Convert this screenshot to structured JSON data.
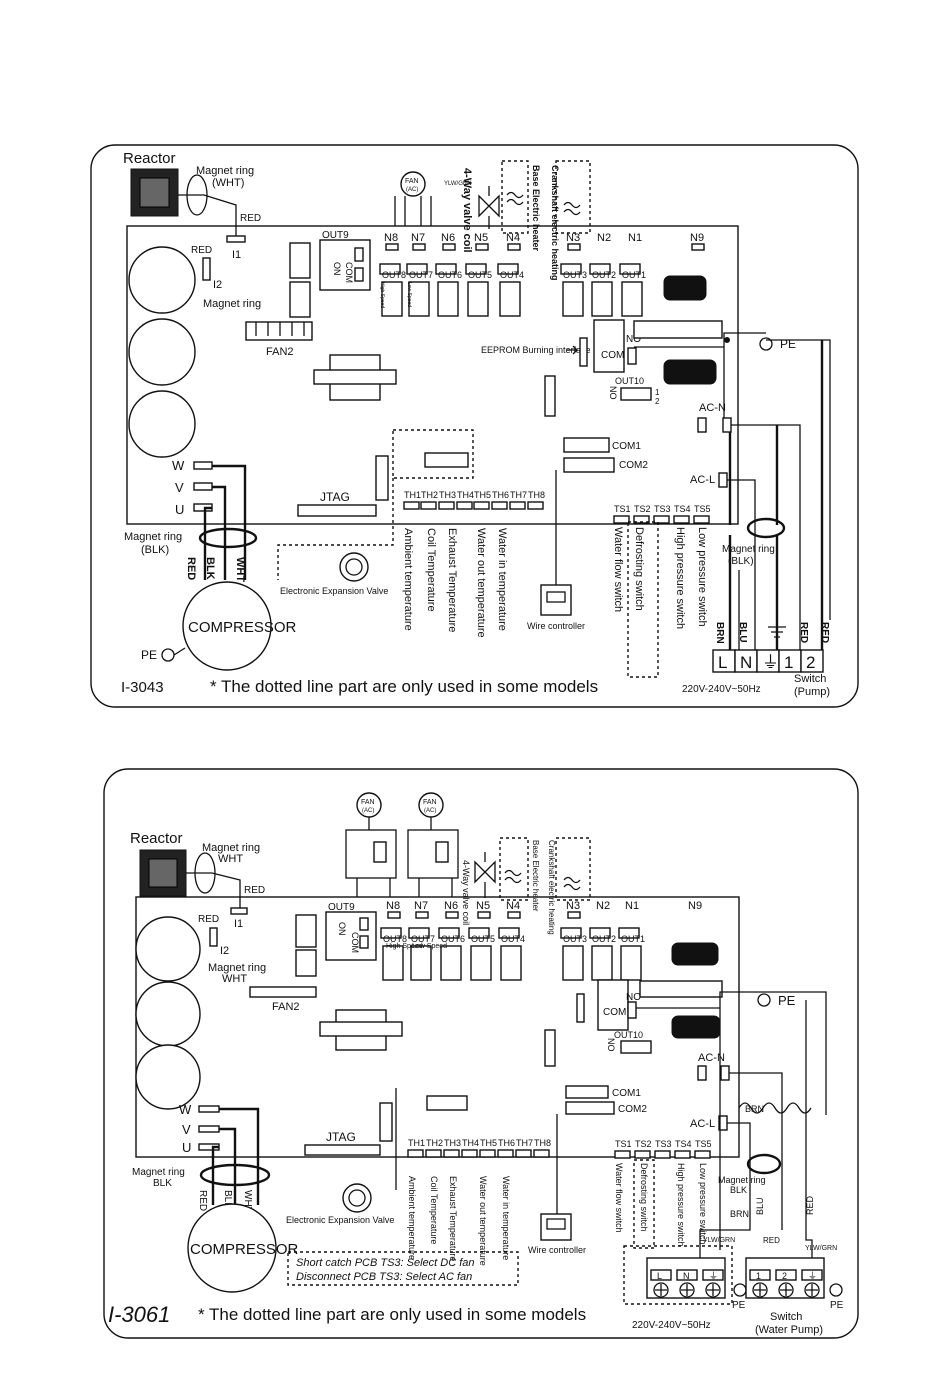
{
  "d1": {
    "model": "I-3043",
    "note": "* The dotted line part are only used in some models",
    "reactor": "Reactor",
    "magnet_top": "Magnet ring",
    "magnet_top_color": "(WHT)",
    "magnet_mid": "Magnet ring",
    "magnet_blk": "Magnet ring",
    "magnet_blk_color": "(BLK)",
    "magnet_right": "Magnet ring",
    "magnet_right_color": "(BLK)",
    "red": "RED",
    "red2": "RED",
    "red3": "RED",
    "red4": "RED",
    "i1": "I1",
    "i2": "I2",
    "out9": "OUT9",
    "on": "ON",
    "com": "COM",
    "fan2": "FAN2",
    "eeprom": "EEPROM Burning interface",
    "jtag": "JTAG",
    "w": "W",
    "v": "V",
    "u": "U",
    "blk": "BLK",
    "wht": "WHT",
    "compressor": "COMPRESSOR",
    "pe": "PE",
    "pe_right": "PE",
    "eev": "Electronic Expansion Valve",
    "wire_controller": "Wire controller",
    "com1": "COM1",
    "com2": "COM2",
    "ac_n": "AC-N",
    "ac_l": "AC-L",
    "no": "NO",
    "com_relay": "COM",
    "out10": "OUT10",
    "no2": "NO",
    "one": "1",
    "two": "2",
    "fan_ac": "FAN\n(AC)",
    "valve4": "4-Way valve coil",
    "base_heater": "Base Electric heater",
    "crank_heater": "Crankshaft electric heating",
    "n_labels": [
      "N8",
      "N7",
      "N6",
      "N5",
      "N4",
      "N3",
      "N2",
      "N1",
      "N9"
    ],
    "out_labels": [
      "OUT8",
      "OUT7",
      "OUT6",
      "OUT5",
      "OUT4",
      "OUT3",
      "OUT2",
      "OUT1"
    ],
    "high_speed": "High Speed",
    "low_speed": "Low Speed",
    "th_labels": [
      "TH1",
      "TH2",
      "TH3",
      "TH4",
      "TH5",
      "TH6",
      "TH7",
      "TH8"
    ],
    "ts_labels": [
      "TS1",
      "TS2",
      "TS3",
      "TS4",
      "TS5"
    ],
    "sensors": [
      "Ambient temperature",
      "Coil Temperature",
      "Exhaust Temperature",
      "Water out temperature",
      "Water in temperature"
    ],
    "switches": [
      "Water flow switch",
      "Defrosting switch",
      "High pressure switch",
      "Low pressure switch"
    ],
    "terminals": [
      "L",
      "N",
      "⏚",
      "1",
      "2"
    ],
    "brn": "BRN",
    "blu": "BLU",
    "switch_label": "Switch",
    "pump": "(Pump)",
    "power": "220V-240V~50Hz"
  },
  "d2": {
    "model": "I-3061",
    "note": "* The dotted line part are only used in some models",
    "reactor": "Reactor",
    "magnet_top": "Magnet ring",
    "magnet_top_color": "WHT",
    "magnet_mid": "Magnet ring",
    "magnet_mid_color": "WHT",
    "magnet_blk": "Magnet ring",
    "magnet_blk_color": "BLK",
    "magnet_right": "Magnet ring",
    "magnet_right_color": "BLK",
    "red": "RED",
    "i1": "I1",
    "i2": "I2",
    "out9": "OUT9",
    "on": "ON",
    "com": "COM",
    "fan2": "FAN2",
    "jtag": "JTAG",
    "w": "W",
    "v": "V",
    "u": "U",
    "blk": "BLK",
    "wht": "WHT",
    "compressor": "COMPRESSOR",
    "eev": "Electronic Expansion Valve",
    "wire_controller": "Wire controller",
    "com1": "COM1",
    "com2": "COM2",
    "ac_n": "AC-N",
    "ac_l": "AC-L",
    "no": "NO",
    "com_relay": "COM",
    "out10": "OUT10",
    "no2": "NO",
    "pe": "PE",
    "fan_ac": "FAN\n(AC)",
    "valve4": "4-Way valve coil",
    "base_heater": "Base Electric heater",
    "crank_heater": "Crankshaft electric heating",
    "n_labels": [
      "N8",
      "N7",
      "N6",
      "N5",
      "N4",
      "N3",
      "N2",
      "N1",
      "N9"
    ],
    "out_labels": [
      "OUT8",
      "OUT7",
      "OUT6",
      "OUT5",
      "OUT4",
      "OUT3",
      "OUT2",
      "OUT1"
    ],
    "high_speed": "High Speed",
    "low_speed": "Low Speed",
    "th_labels": [
      "TH1",
      "TH2",
      "TH3",
      "TH4",
      "TH5",
      "TH6",
      "TH7",
      "TH8"
    ],
    "ts_labels": [
      "TS1",
      "TS2",
      "TS3",
      "TS4",
      "TS5"
    ],
    "sensors": [
      "Ambient temperature",
      "Coil Temperature",
      "Exhaust Temperature",
      "Water out temperature",
      "Water in temperature"
    ],
    "switches": [
      "Water flow switch",
      "Defrosting switch",
      "High pressure switch",
      "Low pressure switch"
    ],
    "short_catch": "Short catch PCB  TS3: Select DC fan",
    "disconnect": "Disconnect PCB  TS3: Select  AC fan",
    "brn": "BRN",
    "blu": "BLU",
    "red_r": "RED",
    "yg": "YLW/GRN",
    "terminals_a": [
      "L",
      "N",
      "⏚"
    ],
    "terminals_b": [
      "1",
      "2",
      "⏚"
    ],
    "switch_label": "Switch",
    "pump": "(Water Pump)",
    "power": "220V-240V~50Hz"
  }
}
